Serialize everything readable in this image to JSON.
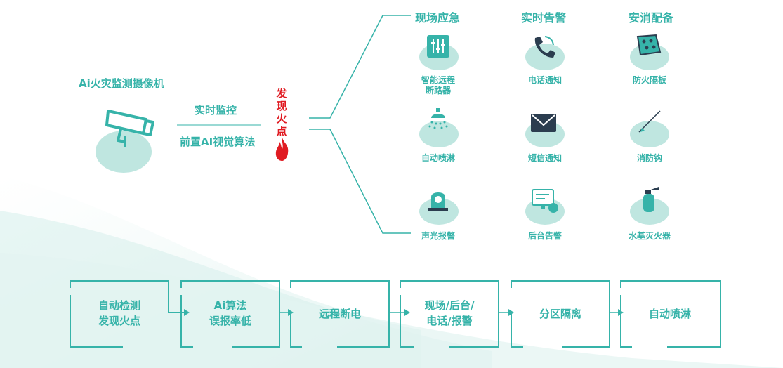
{
  "camera": {
    "title": "Ai火灾监测摄像机",
    "monitor": "实时监控",
    "algorithm": "前置AI视觉算法"
  },
  "fire_alert": "发现火点",
  "columns": [
    {
      "header": "现场应急",
      "items": [
        "智能远程\n断路器",
        "自动喷淋",
        "声光报警"
      ]
    },
    {
      "header": "实时告警",
      "items": [
        "电话通知",
        "短信通知",
        "后台告警"
      ]
    },
    {
      "header": "安消配备",
      "items": [
        "防火隔板",
        "消防钩",
        "水基灭火器"
      ]
    }
  ],
  "flow": [
    "自动检测\n发现火点",
    "Ai算法\n误报率低",
    "远程断电",
    "现场/后台/\n电话/报警",
    "分区隔离",
    "自动喷淋"
  ],
  "colors": {
    "accent": "#36b3a9",
    "alert": "#e01b22",
    "soft": "#bfe6e0",
    "dark": "#2b3d4f"
  }
}
